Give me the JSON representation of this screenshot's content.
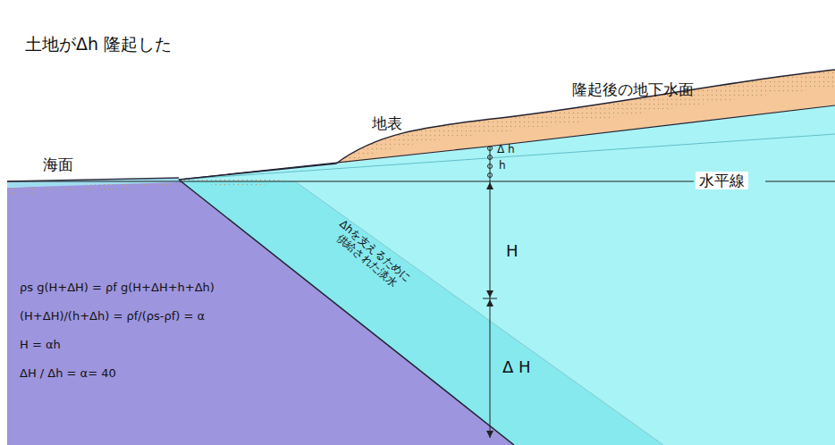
{
  "diagram": {
    "title": "土地がΔh 隆起した",
    "labels": [
      "地表",
      "隆起後の地下水面",
      "海面",
      "水平線",
      "Δ h",
      "h",
      "H",
      "Δ H",
      "Δhを支えるために 供給された淡水",
      "ρs g(H+ΔH) = ρf g(H+ΔH+h+Δh)",
      "(H+ΔH)/(h+Δh) = ρf/(ρs-ρf) = α",
      "H = αh",
      "ΔH / Δh = α= 40"
    ]
  }
}
